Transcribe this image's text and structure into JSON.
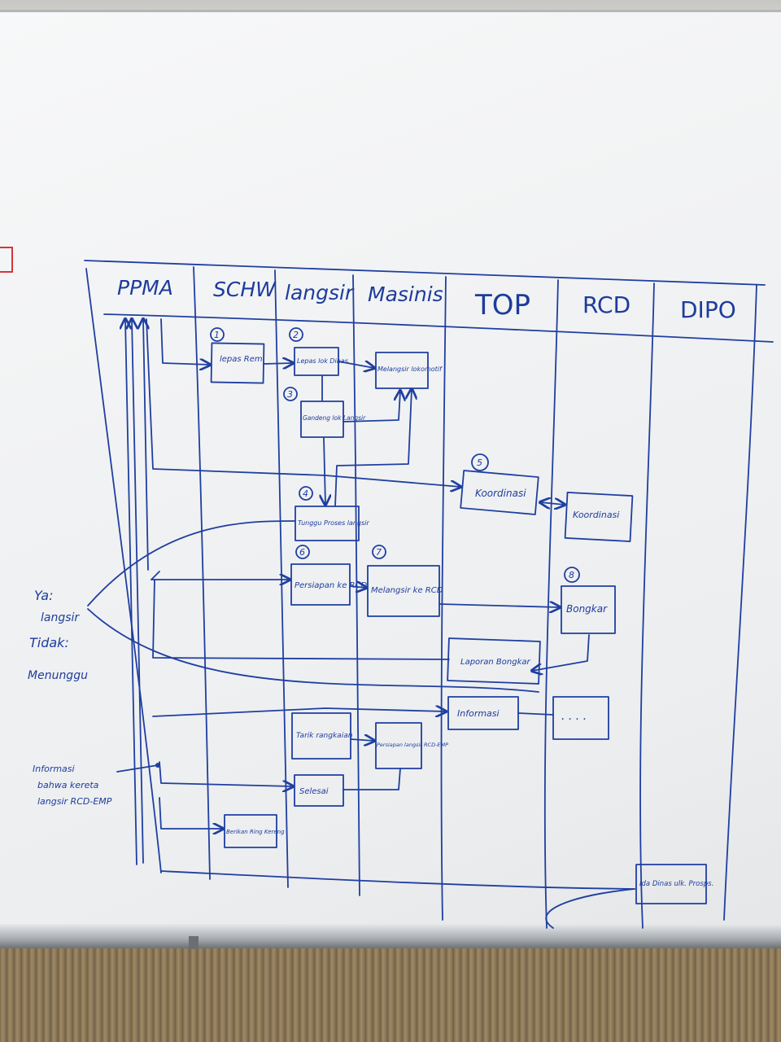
{
  "lanes": [
    "PPMA",
    "SCHW",
    "langsir",
    "Masinis",
    "TOP",
    "RCD",
    "DIPO"
  ],
  "steps": [
    {
      "num": "1",
      "label": "lepas Rem"
    },
    {
      "num": "2",
      "label": "Lepas lok Dinas"
    },
    {
      "num": "3",
      "label": "Gandeng lok Langsir"
    },
    {
      "num": "4",
      "label": "Tunggu Proses langsir"
    },
    {
      "num": "5",
      "label": "Koordinasi"
    },
    {
      "num": "6",
      "label": "Persiapan ke RCD"
    },
    {
      "num": "7",
      "label": "Melangsir ke RCD"
    },
    {
      "num": "8",
      "label": "Bongkar"
    }
  ],
  "boxes": {
    "masinis_top": "Melangsir lokomotif",
    "rcd_koordinasi": "Koordinasi",
    "top_laporan": "Laporan Bongkar",
    "top_informasi": "Informasi",
    "rcd_dots": ". . . .",
    "tarik": "Tarik rangkaian",
    "persiapan_langsir": "Persiapan langsir RCD-EMP",
    "selesai": "Selesai",
    "berikan": "Berikan Ring Kereng",
    "dipo": "Ida Dinas ulk. Prosps."
  },
  "notes": {
    "ya": "Ya:",
    "langsir": "langsir",
    "tidak": "Tidak:",
    "menunggu": "Menunggu",
    "informasi_1": "Informasi",
    "informasi_2": "bahwa kereta",
    "informasi_3": "langsir RCD-EMP"
  },
  "colors": {
    "ink": "#1f3fa0",
    "board": "#f1f2f3",
    "red_mark": "#d8343a"
  }
}
